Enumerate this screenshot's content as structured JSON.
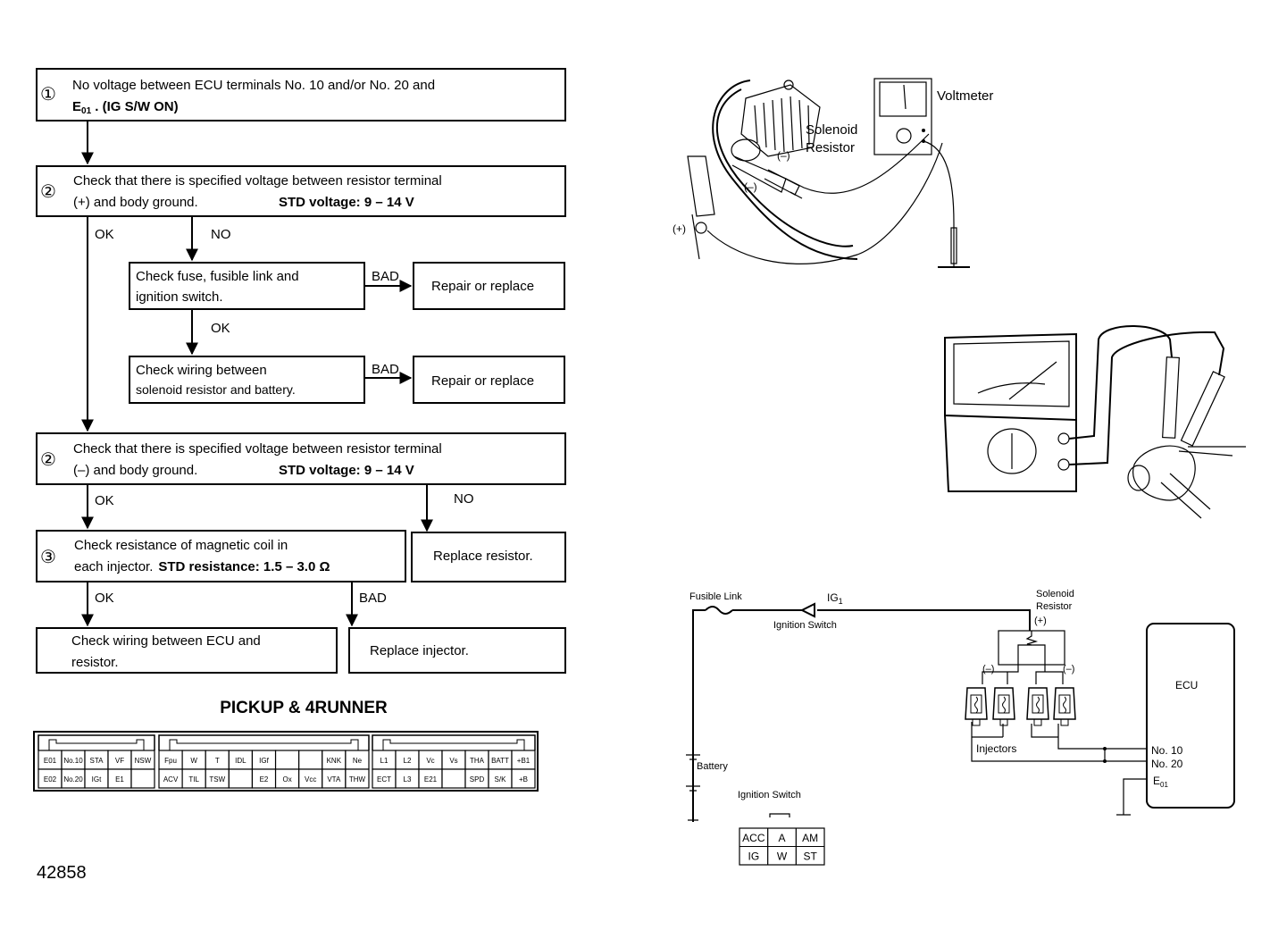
{
  "flowchart": {
    "step1": {
      "num": "①",
      "line1": "No voltage between ECU terminals No. 10 and/or No. 20 and",
      "line2_prefix": "E",
      "line2_sub": "01",
      "line2_rest": " . (IG S/W ON)"
    },
    "step2a": {
      "num": "②",
      "line1": "Check that there is specified voltage between resistor terminal",
      "line2": "(+) and body ground.",
      "std": "STD voltage:   9 – 14 V"
    },
    "check_fuse": {
      "line1": "Check fuse, fusible link and",
      "line2": "ignition switch."
    },
    "repair1": "Repair or replace",
    "check_wiring": {
      "line1": "Check wiring between",
      "line2": "solenoid resistor and battery."
    },
    "repair2": "Repair or replace",
    "step2b": {
      "num": "②",
      "line1": "Check that there is specified voltage between resistor terminal",
      "line2": "(–) and body ground.",
      "std": "STD voltage:   9 – 14 V"
    },
    "step3": {
      "num": "③",
      "line1": "Check resistance of magnetic coil in",
      "line2_prefix": "each injector.",
      "std": "STD resistance:  1.5 – 3.0 Ω"
    },
    "replace_resistor": "Replace resistor.",
    "check_ecu": {
      "line1": "Check wiring between ECU and",
      "line2": "resistor."
    },
    "replace_injector": "Replace injector.",
    "labels": {
      "ok": "OK",
      "no": "NO",
      "bad": "BAD"
    }
  },
  "connector": {
    "title": "PICKUP & 4RUNNER",
    "group1_top": [
      "E01",
      "No.10",
      "STA",
      "VF",
      "NSW"
    ],
    "group1_bot": [
      "E02",
      "No.20",
      "IGt",
      "E1",
      ""
    ],
    "group2_top": [
      "Fpu",
      "W",
      "T",
      "IDL",
      "IGf",
      "",
      "",
      "KNK",
      "Ne"
    ],
    "group2_bot": [
      "ACV",
      "TIL",
      "TSW",
      "",
      "E2",
      "Ox",
      "Vcc",
      "VTA",
      "THW"
    ],
    "group3_top": [
      "L1",
      "L2",
      "Vc",
      "Vs",
      "THA",
      "BATT",
      "+B1"
    ],
    "group3_bot": [
      "ECT",
      "L3",
      "E21",
      "",
      "SPD",
      "S/K",
      "+B"
    ]
  },
  "figure_number": "42858",
  "illus1": {
    "voltmeter": "Voltmeter",
    "solenoid": "Solenoid",
    "resistor": "Resistor",
    "minus1": "(–)",
    "minus2": "(–)",
    "plus": "(+)"
  },
  "wiring": {
    "fusible_link": "Fusible Link",
    "ig": "IG",
    "ig_sub": "1",
    "ignition_switch": "Ignition Switch",
    "solenoid": "Solenoid",
    "resistor": "Resistor",
    "plus": "(+)",
    "minus_l": "(–)",
    "minus_r": "(–)",
    "ecu": "ECU",
    "no10": "No. 10",
    "no20": "No. 20",
    "e01": "E",
    "e01_sub": "01",
    "injectors": "Injectors",
    "battery": "Battery",
    "ignition_switch2": "Ignition Switch",
    "switch_top": [
      "ACC",
      "A",
      "AM"
    ],
    "switch_bot": [
      "IG",
      "W",
      "ST"
    ]
  }
}
